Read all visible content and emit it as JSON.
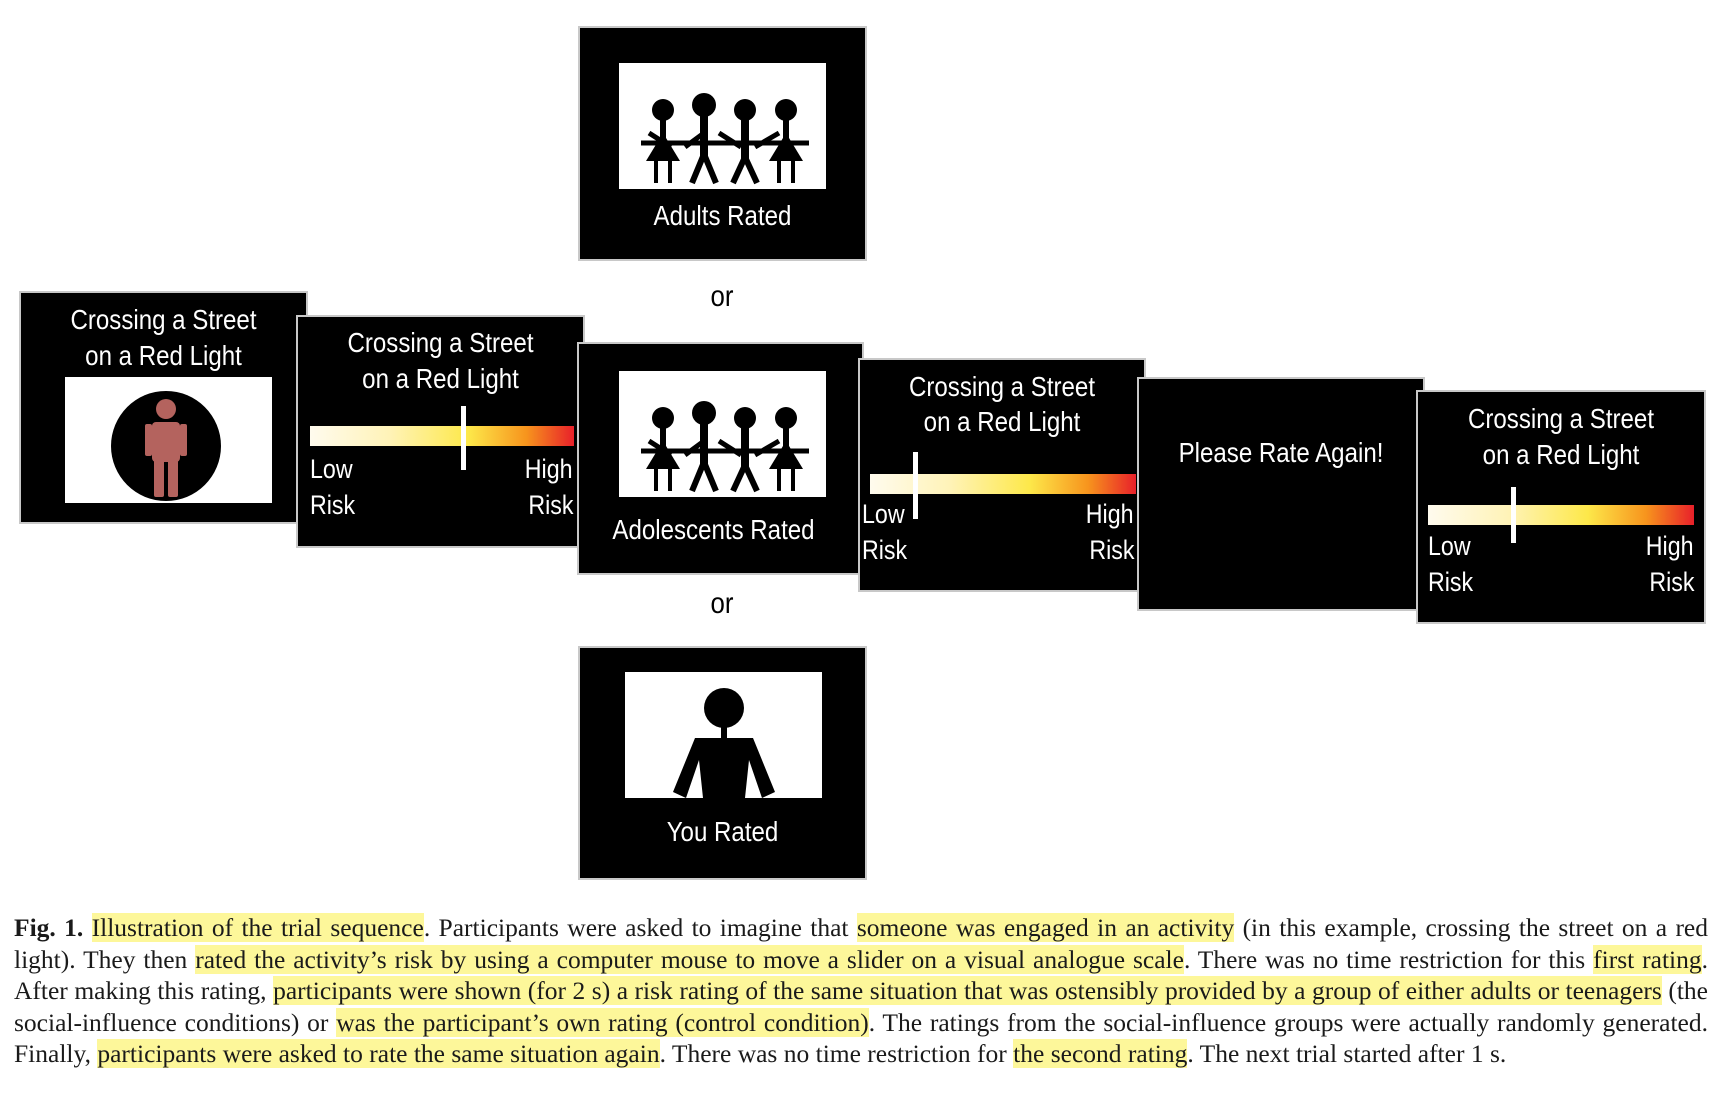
{
  "screens": {
    "activity": {
      "title_line1": "Crossing a Street",
      "title_line2": "on a Red Light"
    },
    "rating1": {
      "title_line1": "Crossing a Street",
      "title_line2": "on a Red Light",
      "low1": "Low",
      "low2": "Risk",
      "high1": "High",
      "high2": "Risk",
      "slider_position": 0.58
    },
    "adults": {
      "label": "Adults Rated"
    },
    "adolescents": {
      "label": "Adolescents Rated"
    },
    "you": {
      "label": "You Rated"
    },
    "rating_shown": {
      "title_line1": "Crossing a Street",
      "title_line2": "on a Red Light",
      "low1": "Low",
      "low2": "Risk",
      "high1": "High",
      "high2": "Risk",
      "slider_position": 0.17
    },
    "rate_again": {
      "text": "Please Rate Again!"
    },
    "rating2": {
      "title_line1": "Crossing a Street",
      "title_line2": "on a Red Light",
      "low1": "Low",
      "low2": "Risk",
      "high1": "High",
      "high2": "Risk",
      "slider_position": 0.32
    }
  },
  "connectors": {
    "or1": "or",
    "or2": "or"
  },
  "caption": {
    "label": "Fig. 1.",
    "s01": "Illustration of the trial sequence",
    "s02": ". Participants were asked to imagine that ",
    "s03": "someone was engaged in an activity",
    "s04": " (in this example, crossing the street on a red light). They then ",
    "s05": "rated the activity’s risk by using a computer mouse to move a slider on a visual analogue scale",
    "s06": ". There was no time restriction for this ",
    "s07": "first rating",
    "s08": ". After making this rating, ",
    "s09": "participants were shown (for 2 s) a risk rating of the same situation that was ostensibly provided by a group of either adults or teenagers",
    "s10": " (the social-influence conditions) or ",
    "s11": "was the participant’s own rating (control condition)",
    "s12": ". The ratings from the social-influence groups were actually randomly generated. Finally, ",
    "s13": "participants were asked to rate the same situation again",
    "s14": ". There was no time restriction for ",
    "s15": "the second rating",
    "s16": ". The next trial started after 1 s."
  },
  "colors": {
    "highlight": "#fdf79a",
    "pedestrian": "#b4635e",
    "screen_bg": "#000000"
  }
}
